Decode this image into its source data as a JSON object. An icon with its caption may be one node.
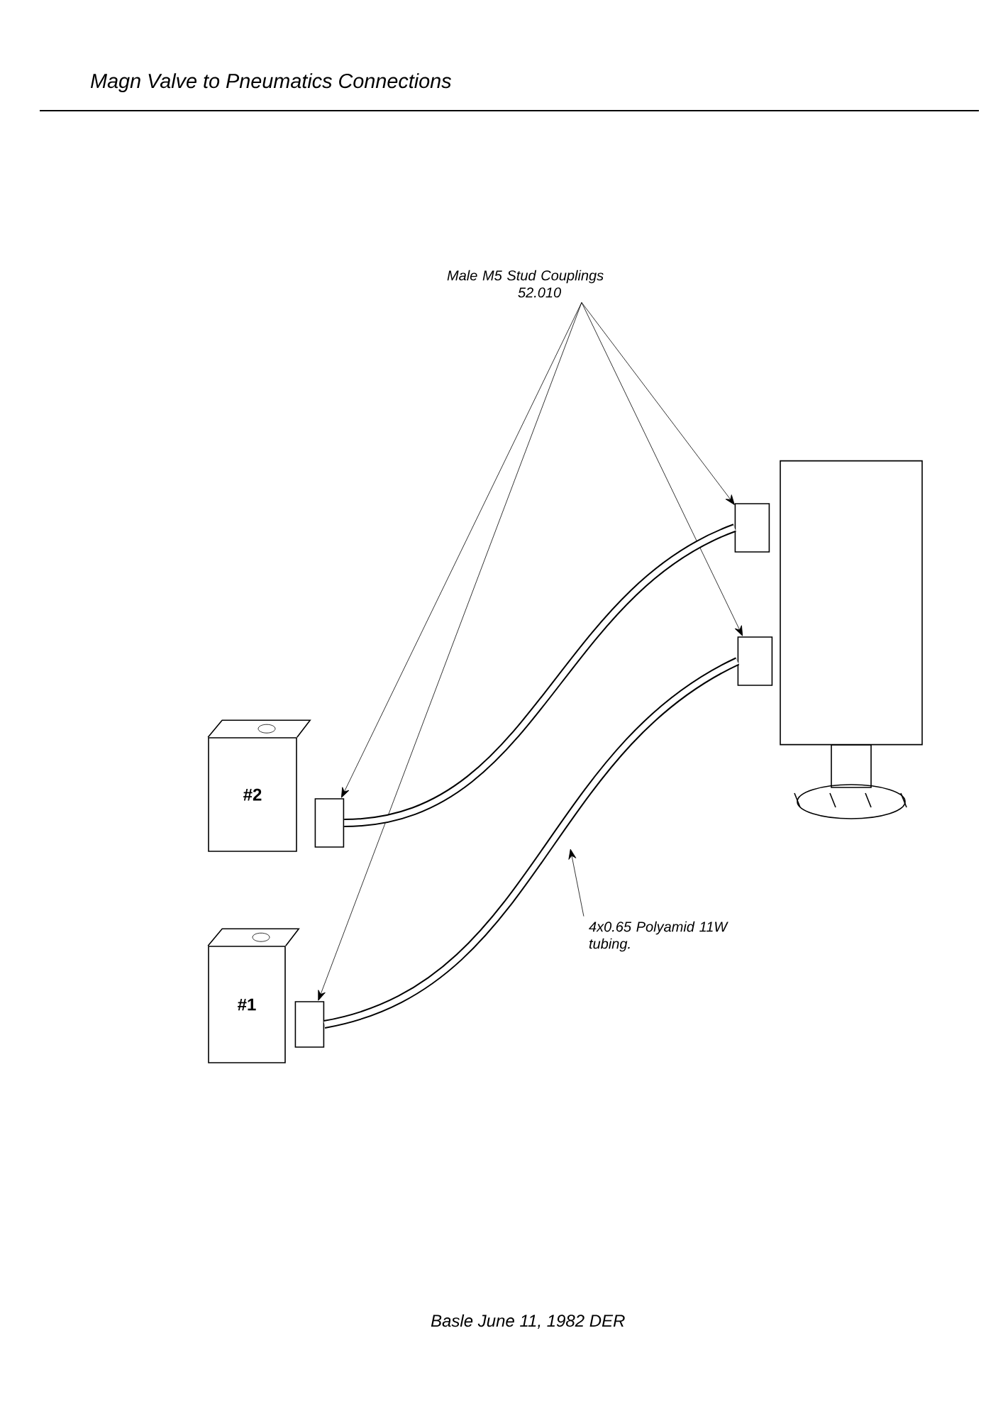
{
  "diagram": {
    "title": "Magn Valve to Pneumatics Connections",
    "nodes": [
      {
        "text": [
          "Male M5 Stud Couplings",
          "52.010"
        ]
      },
      {
        "text": [],
        "shape": "cylinder"
      },
      {
        "text": [],
        "shape": "cylinder"
      },
      {
        "text": [],
        "shape": "cylinder"
      },
      {
        "text": [
          "#2"
        ]
      },
      {
        "text": [],
        "shape": "cylinder"
      },
      {
        "text": [
          "#1"
        ]
      },
      {
        "text": [],
        "shape": "cylinder"
      },
      {
        "text": [
          "4x0.65 Polyamid 11W tubing."
        ]
      }
    ],
    "edges": [
      {
        "from": 0,
        "to": 2,
        "arrow": "to"
      },
      {
        "from": 0,
        "to": 3,
        "arrow": "to"
      },
      {
        "from": 0,
        "to": 5,
        "arrow": "to"
      },
      {
        "from": 0,
        "to": 7,
        "arrow": "to"
      },
      {
        "from": 5,
        "to": 2,
        "arrow": "none",
        "style": "thick"
      },
      {
        "from": 7,
        "to": 3,
        "arrow": "none",
        "style": "thick"
      },
      {
        "from": 8,
        "to": null,
        "arrow": "to"
      }
    ],
    "labels": [
      "Basle June 11, 1982 DER"
    ]
  }
}
